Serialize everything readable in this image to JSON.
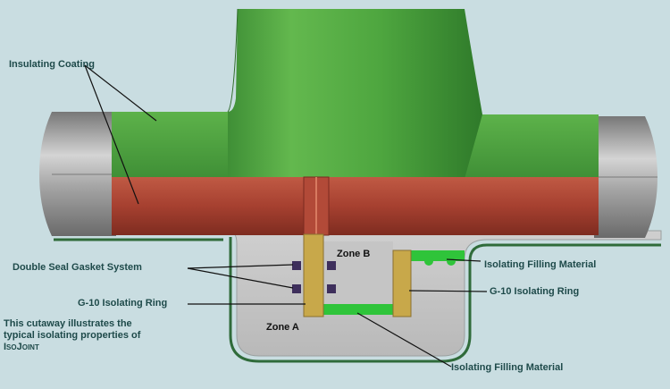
{
  "labels": {
    "insulating_coating": "Insulating Coating",
    "double_seal_gasket": "Double Seal Gasket System",
    "g10_ring_left": "G-10 Isolating Ring",
    "g10_ring_right": "G-10 Isolating Ring",
    "filling_top_right": "Isolating Filling Material",
    "filling_bottom": "Isolating Filling Material",
    "zone_a": "Zone A",
    "zone_b": "Zone B"
  },
  "caption": {
    "line1": "This cutaway illustrates the",
    "line2": "typical isolating properties of",
    "line3": "IsoJoint"
  },
  "colors": {
    "background": "#c9dde1",
    "coating_green": "#4fa83f",
    "pipe_red": "#a64030",
    "steel_grey": "#9a9a9a",
    "g10_ring_tan": "#c8a84a",
    "filling_green": "#2fc43a",
    "gasket_purple": "#3e2f5c",
    "label_text": "#1e4a4a"
  }
}
